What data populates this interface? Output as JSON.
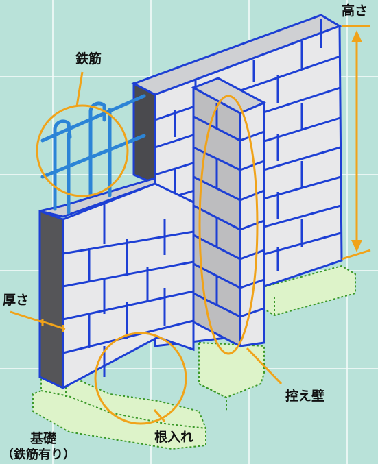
{
  "labels": {
    "height": "高さ",
    "rebar": "鉄筋",
    "thickness": "厚さ",
    "buttress": "控え壁",
    "embedment": "根入れ",
    "foundation": "基礎",
    "foundation_note": "（鉄筋有り）"
  },
  "colors": {
    "background": "#b9e2d9",
    "grid": "#ffffff",
    "block_face": "#e8e8ea",
    "block_side": "#bdbdbf",
    "block_dark": "#555558",
    "joint": "#1d3fd4",
    "rebar": "#2c84d6",
    "highlight": "#f0a31a",
    "foundation_fill": "#ddf3c9",
    "foundation_edge": "#3c9a2a"
  }
}
